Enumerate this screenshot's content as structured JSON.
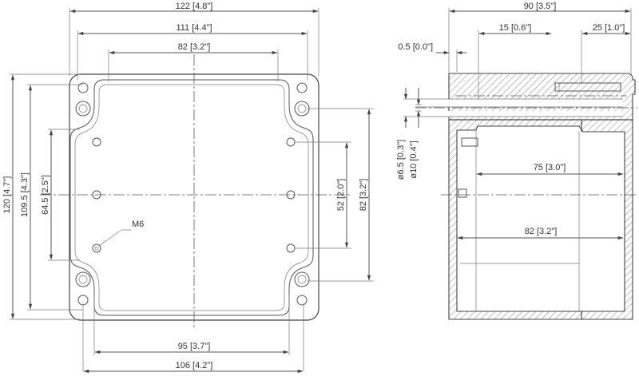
{
  "front_view": {
    "dims": {
      "overall_width": "122 [4.8\"]",
      "width_111": "111 [4.4\"]",
      "width_82": "82 [3.2\"]",
      "bottom_95": "95 [3.7\"]",
      "bottom_106": "106 [4.2\"]",
      "height_120": "120 [4.7\"]",
      "height_109": "109.5 [4.3\"]",
      "height_64": "64.5 [2.5\"]",
      "right_52": "52 [2.0\"]",
      "right_82": "82 [3.2\"]"
    },
    "thread_label": "M6"
  },
  "side_view": {
    "dims": {
      "depth_90": "90 [3.5\"]",
      "d_15": "15 [0.6\"]",
      "d_25": "25 [1.0\"]",
      "d_05": "0.5 [0.0\"]",
      "hole_65": "ø6.5 [0.3\"]",
      "hole_10": "ø10 [0.4\"]",
      "inner_75": "75 [3.0\"]",
      "inner_82": "82 [3.2\"]"
    }
  }
}
